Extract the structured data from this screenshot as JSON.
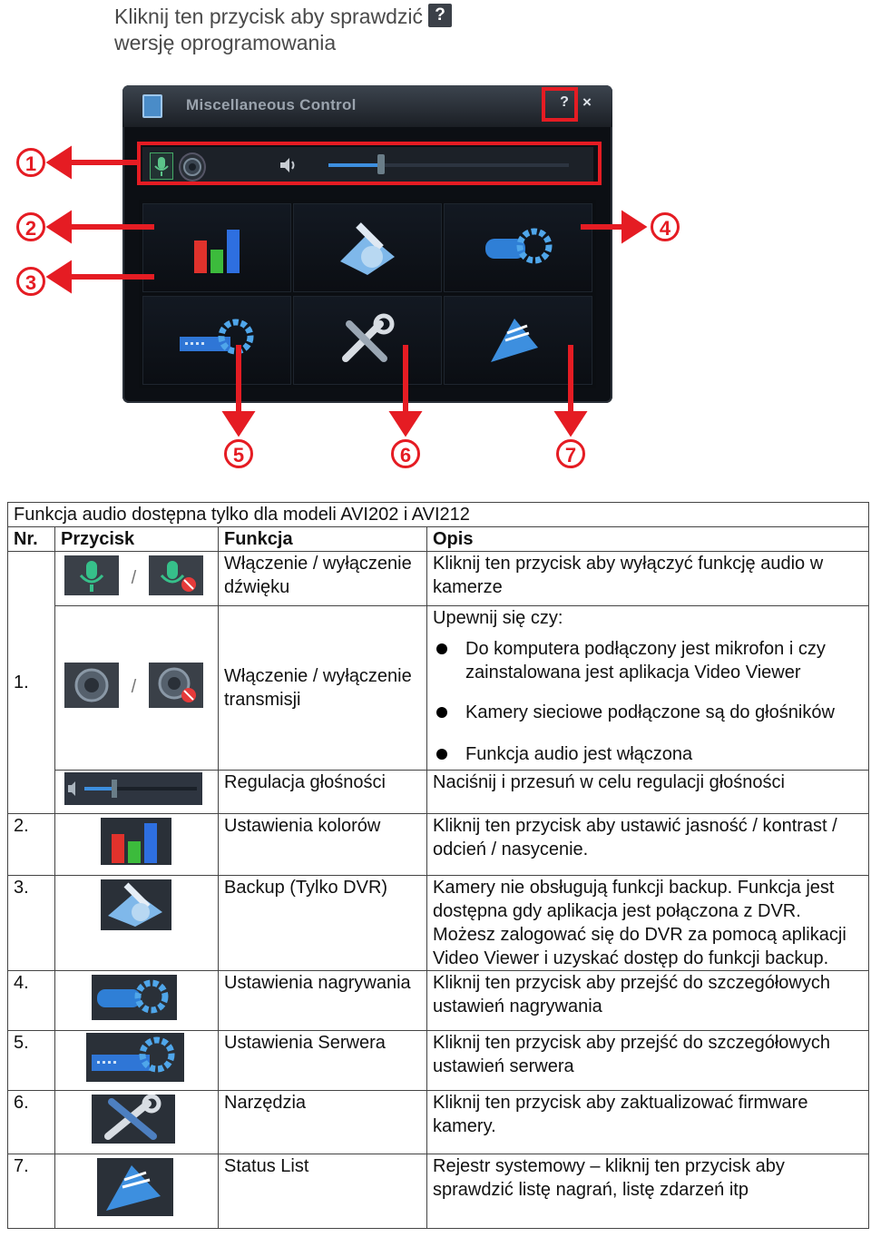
{
  "caption": {
    "line1": "Kliknij ten przycisk aby sprawdzić",
    "line2": "wersję oprogramowania",
    "qmark": "?"
  },
  "window": {
    "title": "Miscellaneous Control",
    "help_label": "?",
    "close_label": "×"
  },
  "markers": [
    "1",
    "2",
    "3",
    "4",
    "5",
    "6",
    "7"
  ],
  "colors": {
    "accent_red": "#e51c23",
    "panel_dark": "#0c0f14",
    "slider_blue": "#3d8fdf"
  },
  "volume_level": 0.22,
  "icons": [
    "microphone-icon",
    "speaker-icon",
    "volume-icon",
    "color-bars-icon",
    "backup-icon",
    "record-settings-icon",
    "server-settings-icon",
    "tools-icon",
    "status-list-icon"
  ],
  "table": {
    "note": "Funkcja audio dostępna tylko dla modeli AVI202 i AVI212",
    "headers": {
      "nr": "Nr.",
      "button": "Przycisk",
      "function": "Funkcja",
      "description": "Opis"
    },
    "rows": {
      "audio_toggle": {
        "function": "Włączenie / wyłączenie dźwięku",
        "description": "Kliknij ten przycisk aby wyłączyć funkcję audio w kamerze",
        "slash": "/"
      },
      "transmission": {
        "nr": "1.",
        "function": "Włączenie / wyłączenie transmisji",
        "lead": "Upewnij się czy:",
        "bullets": [
          "Do komputera podłączony jest mikrofon i czy zainstalowana jest aplikacja Video Viewer",
          "Kamery sieciowe podłączone są do głośników",
          "Funkcja audio jest włączona"
        ],
        "slash": "/"
      },
      "volume": {
        "function": "Regulacja głośności",
        "description": "Naciśnij i przesuń w celu regulacji głośności"
      },
      "colors": {
        "nr": "2.",
        "function": "Ustawienia kolorów",
        "description": "Kliknij ten przycisk aby ustawić jasność / kontrast / odcień / nasycenie."
      },
      "backup": {
        "nr": "3.",
        "function": "Backup (Tylko DVR)",
        "description": "Kamery nie obsługują funkcji backup. Funkcja jest dostępna gdy aplikacja jest połączona z DVR. Możesz zalogować się do DVR za pomocą aplikacji Video Viewer i uzyskać dostęp do funkcji backup."
      },
      "record": {
        "nr": "4.",
        "function": "Ustawienia nagrywania",
        "description": "Kliknij ten przycisk aby przejść do szczegółowych ustawień nagrywania"
      },
      "server": {
        "nr": "5.",
        "function": "Ustawienia Serwera",
        "description": "Kliknij ten przycisk aby przejść do szczegółowych ustawień serwera"
      },
      "tools": {
        "nr": "6.",
        "function": "Narzędzia",
        "description": "Kliknij ten przycisk aby zaktualizować firmware kamery."
      },
      "status": {
        "nr": "7.",
        "function": "Status List",
        "description": "Rejestr systemowy – kliknij ten przycisk aby sprawdzić listę nagrań, listę zdarzeń itp"
      }
    }
  }
}
